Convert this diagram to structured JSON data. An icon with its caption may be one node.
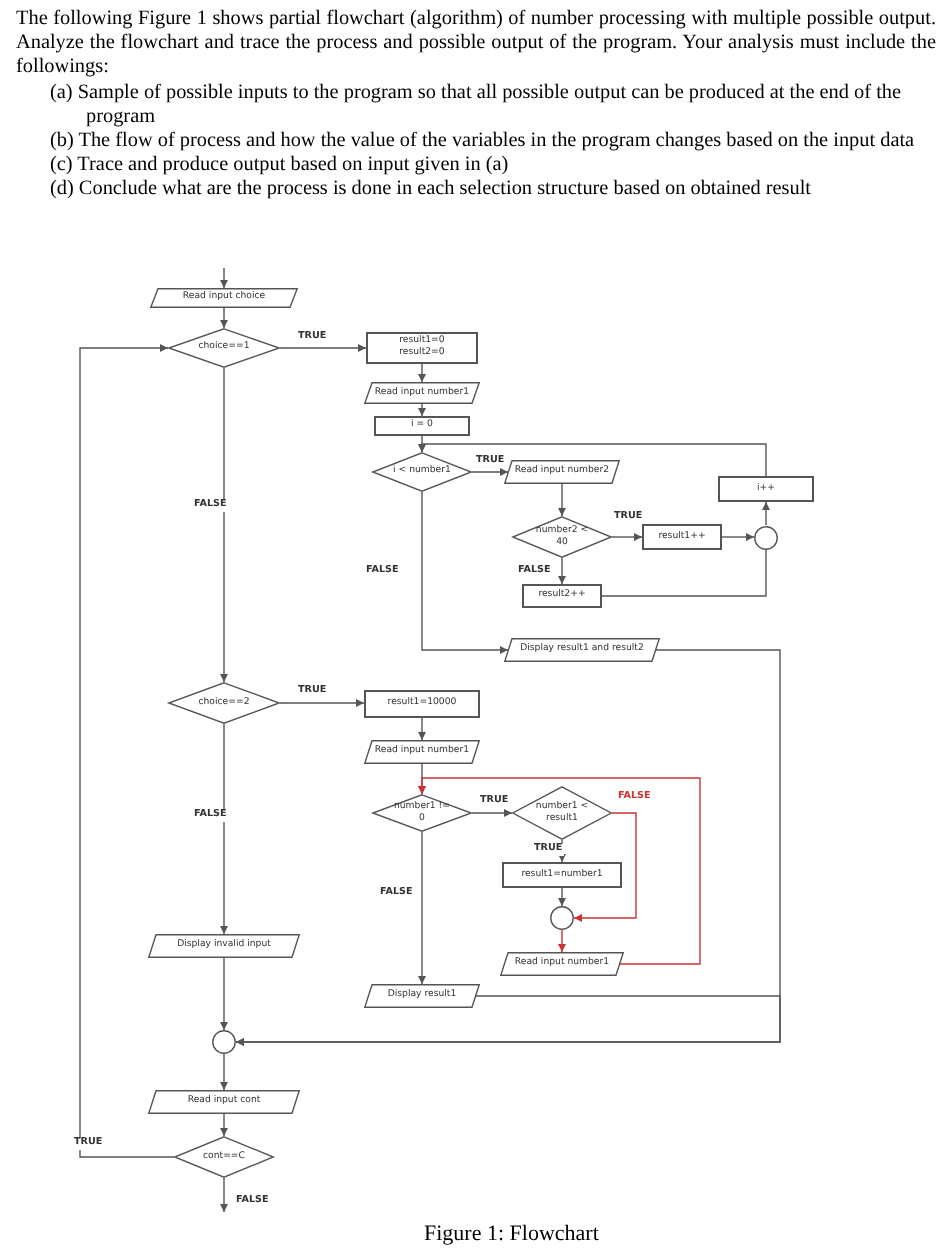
{
  "diagram": {
    "caption": "Figure 1: Flowchart",
    "labels": [
      "The following Figure 1 shows partial flowchart (algorithm) of number processing with multiple possible output. Analyze the flowchart and trace the process and possible output of the program. Your analysis must include the followings:",
      "(a) Sample of possible inputs to the program so that all possible output can be produced at the end of the program",
      "(b) The flow of process and how the value of the variables in the program changes based on the input data",
      "(c) Trace and produce output based on input given in (a)",
      "(d) Conclude what are the process is done in each selection structure based on obtained result"
    ],
    "nodes": [
      {
        "text": [
          "Read input choice"
        ]
      },
      {
        "text": [
          "choice==1"
        ]
      },
      {
        "text": [
          "result1=0",
          "result2=0"
        ]
      },
      {
        "text": [
          "Read input number1"
        ]
      },
      {
        "text": [
          "i = 0"
        ]
      },
      {
        "text": [
          "i < number1"
        ]
      },
      {
        "text": [
          "Read input number2"
        ]
      },
      {
        "text": [
          "number2 < 40"
        ]
      },
      {
        "text": [
          "result1++"
        ]
      },
      {
        "text": [],
        "shape": "circle"
      },
      {
        "text": [
          "i++"
        ]
      },
      {
        "text": [
          "result2++"
        ]
      },
      {
        "text": [
          "Display result1 and result2"
        ]
      },
      {
        "text": [
          "choice==2"
        ]
      },
      {
        "text": [
          "result1=10000"
        ]
      },
      {
        "text": [
          "Read input number1"
        ]
      },
      {
        "text": [
          "number1 != 0"
        ]
      },
      {
        "text": [
          "number1 < result1"
        ]
      },
      {
        "text": [
          "result1=number1"
        ]
      },
      {
        "text": [],
        "shape": "circle"
      },
      {
        "text": [
          "Read input number1"
        ]
      },
      {
        "text": [
          "Display result1"
        ]
      },
      {
        "text": [
          "Display invalid input"
        ]
      },
      {
        "text": [],
        "shape": "circle"
      },
      {
        "text": [
          "Read input cont"
        ]
      },
      {
        "text": [
          "cont==C"
        ]
      }
    ],
    "edges": [
      {
        "from": null,
        "to": 0,
        "arrow": "to"
      },
      {
        "from": 0,
        "to": 1,
        "arrow": "to"
      },
      {
        "from": 1,
        "to": 2,
        "arrow": "to",
        "label": "TRUE"
      },
      {
        "from": 1,
        "to": 13,
        "arrow": "to",
        "label": "FALSE"
      },
      {
        "from": 2,
        "to": 3,
        "arrow": "to"
      },
      {
        "from": 3,
        "to": 4,
        "arrow": "to"
      },
      {
        "from": 4,
        "to": 5,
        "arrow": "to"
      },
      {
        "from": 5,
        "to": 6,
        "arrow": "to",
        "label": "TRUE"
      },
      {
        "from": 6,
        "to": 7,
        "arrow": "to"
      },
      {
        "from": 7,
        "to": 8,
        "arrow": "to",
        "label": "TRUE"
      },
      {
        "from": 7,
        "to": 11,
        "arrow": "to",
        "label": "FALSE"
      },
      {
        "from": 8,
        "to": 9,
        "arrow": "to"
      },
      {
        "from": 11,
        "to": 9,
        "arrow": "none"
      },
      {
        "from": 9,
        "to": 10,
        "arrow": "to"
      },
      {
        "from": 10,
        "to": 5,
        "arrow": "to"
      },
      {
        "from": 5,
        "to": 12,
        "arrow": "to",
        "label": "FALSE"
      },
      {
        "from": 12,
        "to": 23,
        "arrow": "to"
      },
      {
        "from": 13,
        "to": 14,
        "arrow": "to",
        "label": "TRUE"
      },
      {
        "from": 13,
        "to": 22,
        "arrow": "to",
        "label": "FALSE"
      },
      {
        "from": 14,
        "to": 15,
        "arrow": "to"
      },
      {
        "from": 15,
        "to": 16,
        "arrow": "to"
      },
      {
        "from": 16,
        "to": 17,
        "arrow": "to",
        "label": "TRUE"
      },
      {
        "from": 16,
        "to": 21,
        "arrow": "to",
        "label": "FALSE"
      },
      {
        "from": 17,
        "to": 18,
        "arrow": "to",
        "label": "TRUE"
      },
      {
        "from": 17,
        "to": 19,
        "arrow": "to",
        "label": "FALSE",
        "color": "#cc3333"
      },
      {
        "from": 18,
        "to": 19,
        "arrow": "to"
      },
      {
        "from": 19,
        "to": 20,
        "arrow": "to",
        "color": "#cc3333"
      },
      {
        "from": 20,
        "to": 16,
        "arrow": "to",
        "color": "#cc3333"
      },
      {
        "from": 21,
        "to": 23,
        "arrow": "to"
      },
      {
        "from": 22,
        "to": 23,
        "arrow": "to"
      },
      {
        "from": 23,
        "to": 24,
        "arrow": "to"
      },
      {
        "from": 24,
        "to": 25,
        "arrow": "to"
      },
      {
        "from": 25,
        "to": 1,
        "arrow": "to",
        "label": "TRUE"
      },
      {
        "from": 25,
        "to": null,
        "arrow": "to",
        "label": "FALSE"
      }
    ]
  }
}
